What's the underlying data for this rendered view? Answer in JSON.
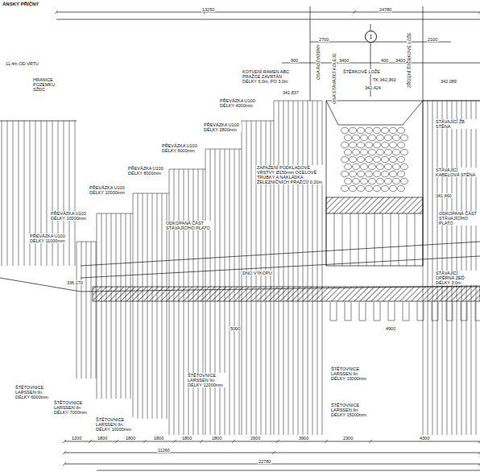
{
  "diagram": {
    "nodes": [
      {
        "text": [
          "1"
        ]
      }
    ],
    "labels": [
      "ÁNSKÝ PŘÍČNÝ",
      "13250",
      "24780",
      "2700",
      "3400",
      "3400",
      "900",
      "400",
      "2100",
      "11,4m OD VRTU",
      "HRANICE POZEMKU SŽDC",
      "KOTVENÍ RAMEN ABC PRAŽCE ZAVRTÁN DÉLKY 6,0m, PO 3,0m",
      "341,837",
      "PŘEVÁZKA U100 DÉLKY 4000mm",
      "PŘEVÁZKA U100 DÉLKY 2800mm",
      "PŘEVÁZKA U100 DÉLKY 6000mm",
      "PŘEVÁZKA U100 DÉLKY 8000mm",
      "PŘEVÁZKA U100 DÉLKY 10000mm",
      "PŘEVÁZKA U100 DÉLKY 10000mm",
      "PŘEVÁZKA U100 DÉLKY 11000mm",
      "ZAPAŽENÍ PODKLADOVÉ VRSTVY Ø150mm OCELOVÉ TRUBKY A NAKLÁDKA ŽELEZNIČNÍCH PRAŽCŮ 0,20m",
      "ODKOPANÁ ČÁST STÁVAJÍCÍHO PLATO",
      "OSA ROZVODNY",
      "OSA STÁVAJÍCÍ KOLEJE",
      "ZŘÍZENÍ ŠTĚRKOVÉ LOŽE",
      "TK 342,360",
      "342,424",
      "ŠTĚRKOVÉ LOŽE",
      "342,089",
      "STÁVAJÍCÍ ŽB STĚNA",
      "STÁVAJÍCÍ KABELOVÁ STĚNA",
      "341,660",
      "ODKOPANÁ ČÁST STÁVAJÍCÍHO PLATO",
      "STÁVAJÍCÍ OPĚRNÁ ZEĎ DÉLKY 3,0m",
      "DNO VÝKOPU",
      "336,170",
      "ŠTĚTOVNICE LARSSEN IIn DÉLKY 6000mm",
      "ŠTĚTOVNICE LARSSEN IIn DÉLKY 7000mm",
      "ŠTĚTOVNICE LARSSEN IIn DÉLKY 10000mm",
      "ŠTĚTOVNICE LARSSEN IIn DÉLKY 12000mm",
      "ŠTĚTOVNICE LARSSEN IIn DÉLKY 13000mm",
      "ŠTĚTOVNICE LARSSEN IIn DÉLKY 15000mm",
      "5000",
      "4900",
      "1200",
      "1800",
      "1800",
      "1800",
      "1800",
      "1800",
      "2600",
      "3900",
      "2300",
      "4300",
      "11260",
      "22780"
    ]
  }
}
